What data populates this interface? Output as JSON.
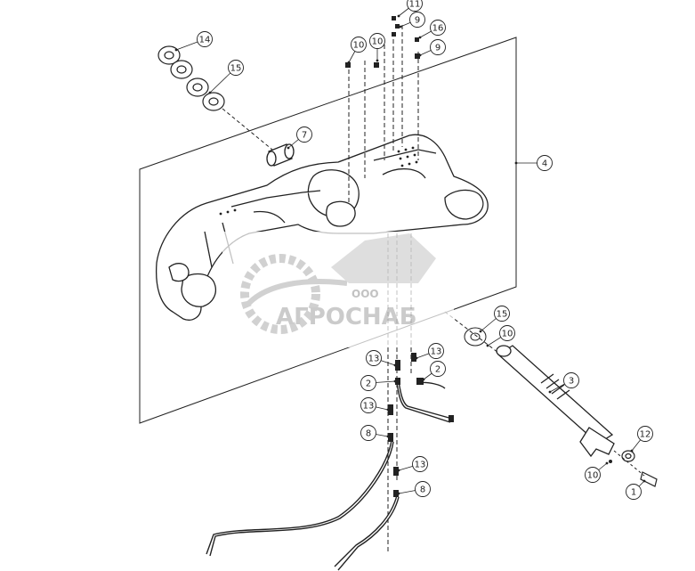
{
  "diagram": {
    "callouts": [
      {
        "id": "c1",
        "label": "14"
      },
      {
        "id": "c2",
        "label": "15"
      },
      {
        "id": "c3",
        "label": "10"
      },
      {
        "id": "c4",
        "label": "10"
      },
      {
        "id": "c5",
        "label": "11"
      },
      {
        "id": "c6",
        "label": "9"
      },
      {
        "id": "c7",
        "label": "16"
      },
      {
        "id": "c8",
        "label": "9"
      },
      {
        "id": "c9",
        "label": "7"
      },
      {
        "id": "c10",
        "label": "4"
      },
      {
        "id": "c11",
        "label": "15"
      },
      {
        "id": "c12",
        "label": "10"
      },
      {
        "id": "c13",
        "label": "13"
      },
      {
        "id": "c14",
        "label": "13"
      },
      {
        "id": "c15",
        "label": "2"
      },
      {
        "id": "c16",
        "label": "2"
      },
      {
        "id": "c17",
        "label": "3"
      },
      {
        "id": "c18",
        "label": "13"
      },
      {
        "id": "c19",
        "label": "8"
      },
      {
        "id": "c20",
        "label": "12"
      },
      {
        "id": "c21",
        "label": "13"
      },
      {
        "id": "c22",
        "label": "10"
      },
      {
        "id": "c23",
        "label": "8"
      },
      {
        "id": "c24",
        "label": "1"
      }
    ]
  },
  "watermark": {
    "prefix": "ООО",
    "brand": "АГРОСНАБ",
    "color": "#c9c9c9"
  }
}
